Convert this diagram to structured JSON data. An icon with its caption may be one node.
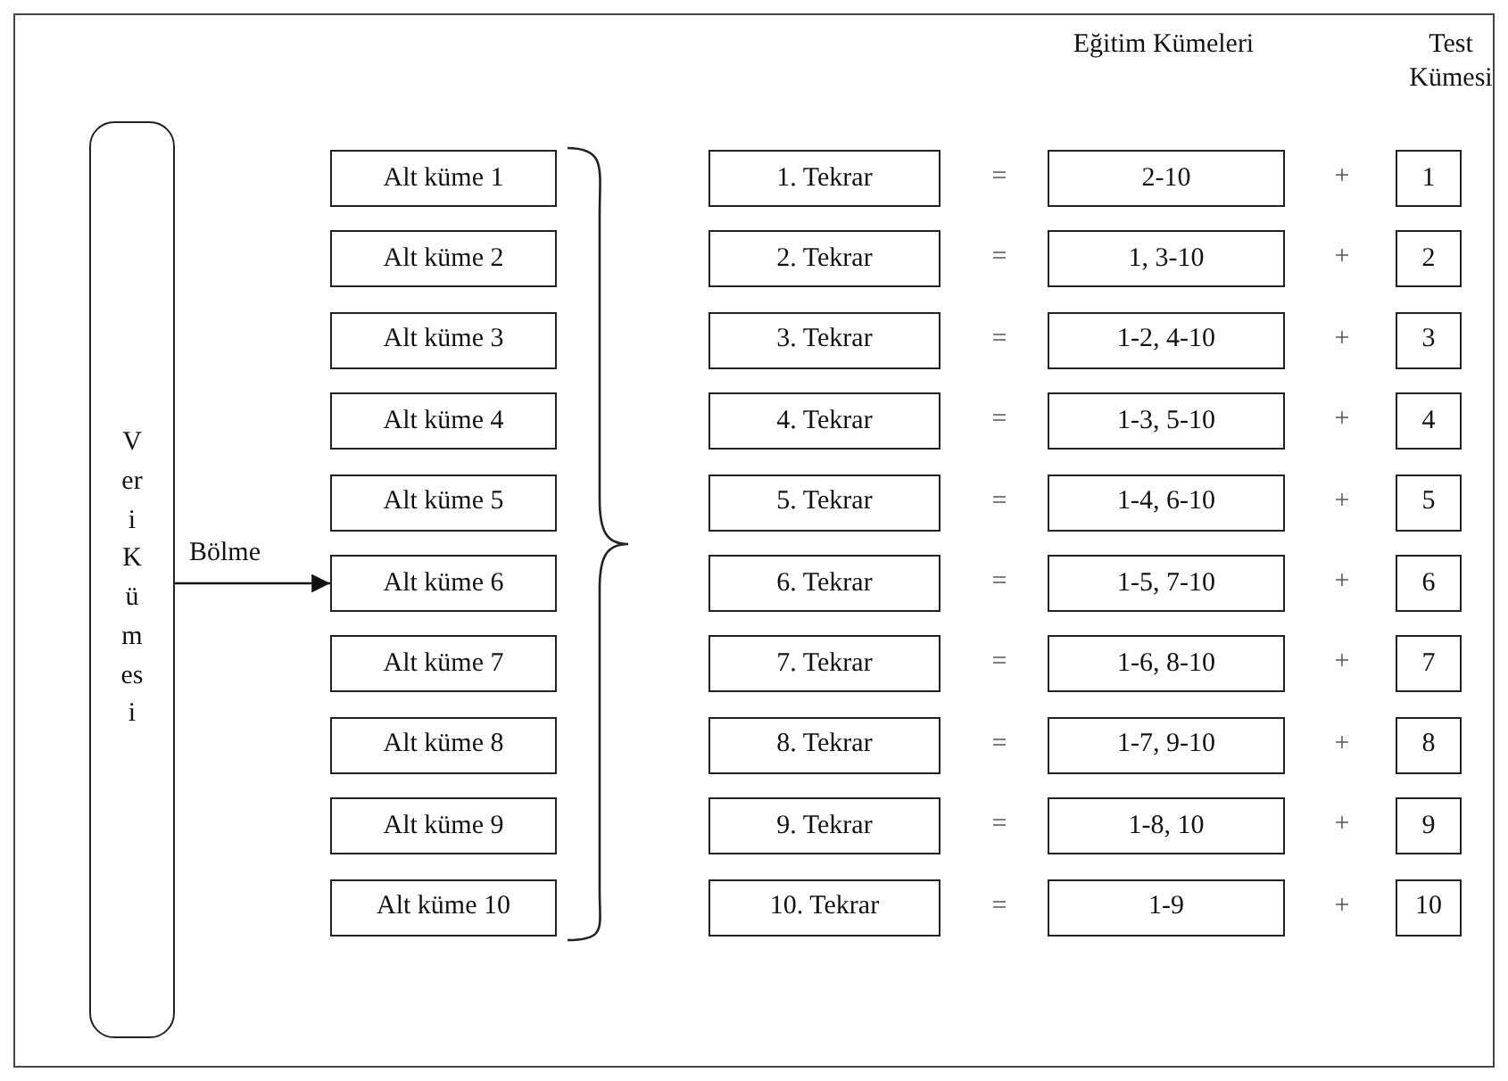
{
  "diagram": {
    "nodes": [
      {
        "text": [
          "Veri Kümesi"
        ]
      },
      {
        "text": [
          "Alt küme 1"
        ]
      },
      {
        "text": [
          "1. Tekrar"
        ]
      },
      {
        "text": [
          "2-10"
        ]
      },
      {
        "text": [
          "1"
        ]
      },
      {
        "text": [
          "Alt küme 2"
        ]
      },
      {
        "text": [
          "2. Tekrar"
        ]
      },
      {
        "text": [
          "1, 3-10"
        ]
      },
      {
        "text": [
          "2"
        ]
      },
      {
        "text": [
          "Alt küme 3"
        ]
      },
      {
        "text": [
          "3. Tekrar"
        ]
      },
      {
        "text": [
          "1-2, 4-10"
        ]
      },
      {
        "text": [
          "3"
        ]
      },
      {
        "text": [
          "Alt küme 4"
        ]
      },
      {
        "text": [
          "4. Tekrar"
        ]
      },
      {
        "text": [
          "1-3, 5-10"
        ]
      },
      {
        "text": [
          "4"
        ]
      },
      {
        "text": [
          "Alt küme 5"
        ]
      },
      {
        "text": [
          "5. Tekrar"
        ]
      },
      {
        "text": [
          "1-4, 6-10"
        ]
      },
      {
        "text": [
          "5"
        ]
      },
      {
        "text": [
          "Alt küme 6"
        ]
      },
      {
        "text": [
          "6. Tekrar"
        ]
      },
      {
        "text": [
          "1-5, 7-10"
        ]
      },
      {
        "text": [
          "6"
        ]
      },
      {
        "text": [
          "Alt küme 7"
        ]
      },
      {
        "text": [
          "7. Tekrar"
        ]
      },
      {
        "text": [
          "1-6, 8-10"
        ]
      },
      {
        "text": [
          "7"
        ]
      },
      {
        "text": [
          "Alt küme 8"
        ]
      },
      {
        "text": [
          "8. Tekrar"
        ]
      },
      {
        "text": [
          "1-7, 9-10"
        ]
      },
      {
        "text": [
          "8"
        ]
      },
      {
        "text": [
          "Alt küme 9"
        ]
      },
      {
        "text": [
          "9. Tekrar"
        ]
      },
      {
        "text": [
          "1-8, 10"
        ]
      },
      {
        "text": [
          "9"
        ]
      },
      {
        "text": [
          "Alt küme 10"
        ]
      },
      {
        "text": [
          "10. Tekrar"
        ]
      },
      {
        "text": [
          "1-9"
        ]
      },
      {
        "text": [
          "10"
        ]
      }
    ],
    "edges": [
      {
        "from": 0,
        "to": 21,
        "arrow": "to",
        "label": "Bölme"
      }
    ],
    "labels": [
      "Eğitim Kümeleri",
      "Test Kümesi",
      "=",
      "+",
      "=",
      "+",
      "=",
      "+",
      "=",
      "+",
      "=",
      "+",
      "=",
      "+",
      "=",
      "+",
      "=",
      "+",
      "=",
      "+",
      "=",
      "+"
    ]
  }
}
